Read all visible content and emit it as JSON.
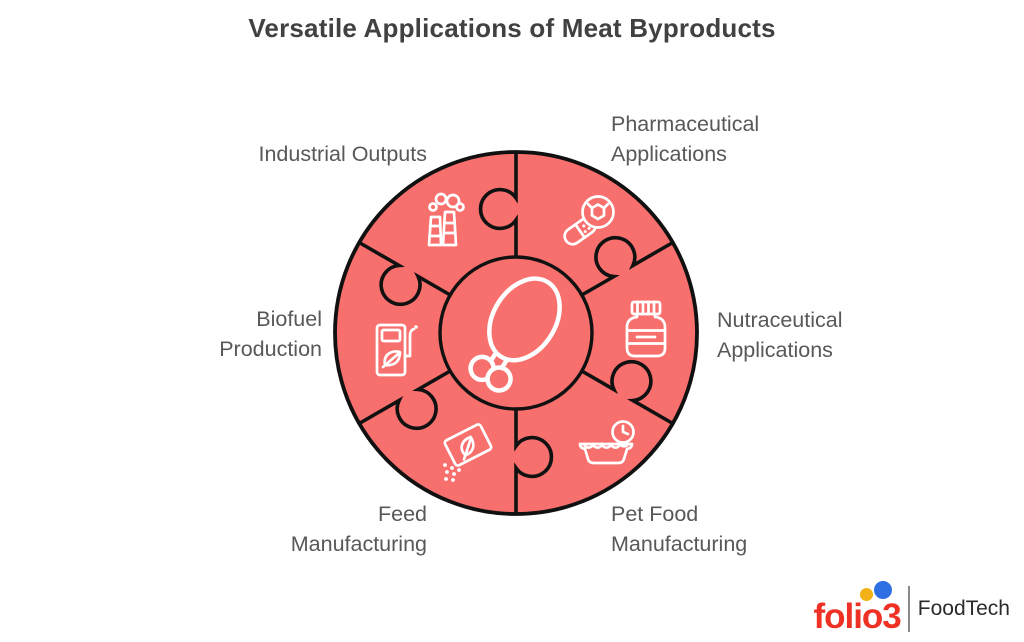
{
  "title": "Versatile Applications of Meat Byproducts",
  "diagram": {
    "center_icon": "chicken-drumstick-icon",
    "segments": [
      {
        "label": "Industrial Outputs",
        "icon": "factory-chimneys-icon",
        "position": "top-left"
      },
      {
        "label": "Pharmaceutical Applications",
        "icon": "pill-capsule-molecule-icon",
        "position": "top-right"
      },
      {
        "label": "Nutraceutical Applications",
        "icon": "supplement-jar-icon",
        "position": "right"
      },
      {
        "label": "Pet Food Manufacturing",
        "icon": "pet-food-bowl-clock-icon",
        "position": "bottom-right"
      },
      {
        "label": "Feed Manufacturing",
        "icon": "feed-bag-leaf-icon",
        "position": "bottom-left"
      },
      {
        "label": "Biofuel Production",
        "icon": "biofuel-pump-leaf-icon",
        "position": "left"
      }
    ]
  },
  "logo": {
    "brand": "folio3",
    "division": "FoodTech"
  },
  "colors": {
    "segment_fill": "#F8706E",
    "outline": "#111111",
    "icon_stroke": "#FFFFFF",
    "label_text": "#57585A",
    "title_text": "#414042",
    "logo_red": "#EE3124",
    "logo_yellow": "#F2B217",
    "logo_blue": "#2F6FE4",
    "logo_division_text": "#2B2B2B",
    "background": "#FFFFFF"
  }
}
